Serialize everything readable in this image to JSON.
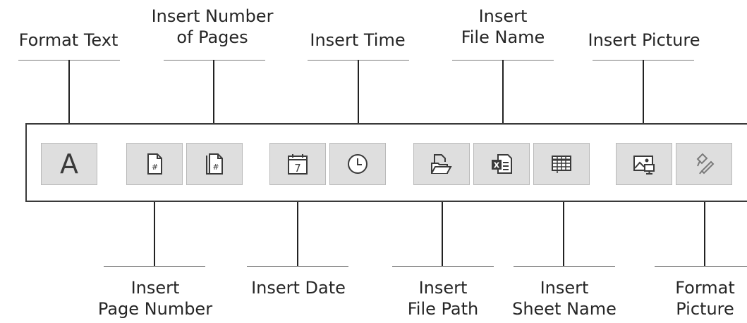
{
  "top_labels": {
    "format_text": [
      "Format Text"
    ],
    "insert_number_of_pages": [
      "Insert Number",
      "of Pages"
    ],
    "insert_time": [
      "Insert Time"
    ],
    "insert_file_name": [
      "Insert",
      "File Name"
    ],
    "insert_picture": [
      "Insert Picture"
    ]
  },
  "bottom_labels": {
    "insert_page_number": [
      "Insert",
      "Page Number"
    ],
    "insert_date": [
      "Insert Date"
    ],
    "insert_file_path": [
      "Insert",
      "File Path"
    ],
    "insert_sheet_name": [
      "Insert",
      "Sheet Name"
    ],
    "format_picture": [
      "Format",
      "Picture"
    ]
  },
  "buttons": {
    "format_text_glyph": "A",
    "date_glyph": "7",
    "page_number_glyph": "#",
    "number_of_pages_glyph": "#",
    "file_name_glyph": "X"
  },
  "colors": {
    "button_bg": "#dedede",
    "button_border": "#b9b9b9",
    "icon": "#3a3a3a",
    "toolbar_border": "#3a3a3a"
  },
  "icons": [
    "format-text-icon",
    "page-number-icon",
    "number-of-pages-icon",
    "date-icon",
    "time-icon",
    "file-path-icon",
    "file-name-icon",
    "sheet-name-icon",
    "picture-icon",
    "format-picture-icon"
  ]
}
